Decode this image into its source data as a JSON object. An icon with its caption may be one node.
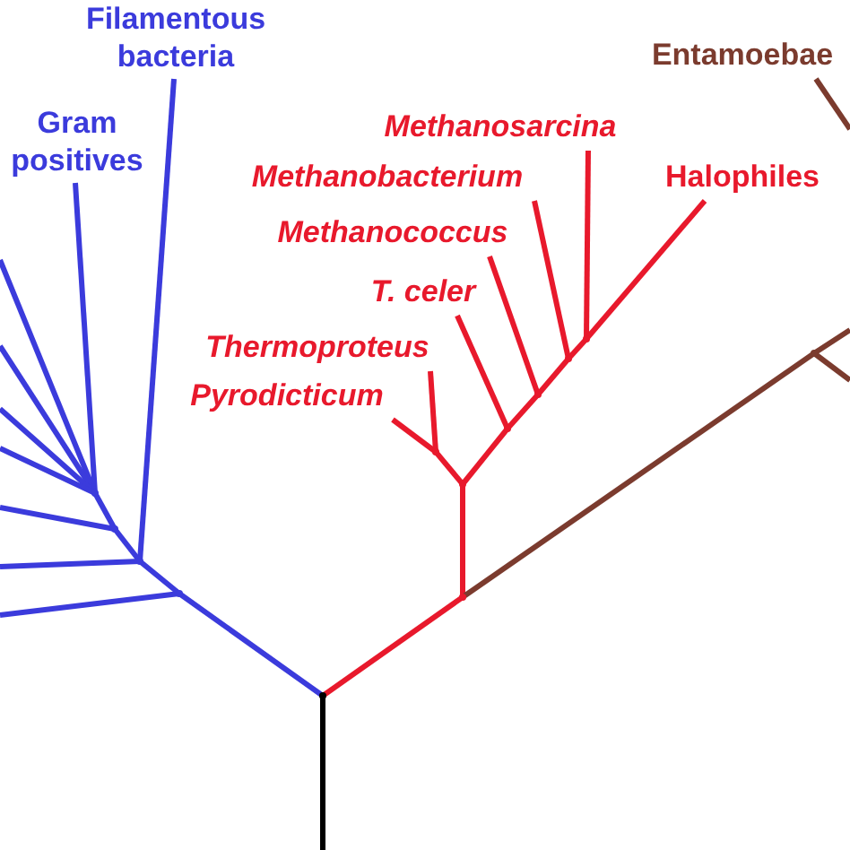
{
  "diagram": {
    "nodes": [
      {
        "text": [
          "Filamentous bacteria"
        ]
      },
      {
        "text": [
          "Gram positives"
        ]
      },
      {
        "text": [
          "Methanosarcina"
        ]
      },
      {
        "text": [
          "Methanobacterium"
        ]
      },
      {
        "text": [
          "Methanococcus"
        ]
      },
      {
        "text": [
          "T. celer"
        ]
      },
      {
        "text": [
          "Thermoproteus"
        ]
      },
      {
        "text": [
          "Pyrodicticum"
        ]
      },
      {
        "text": [
          "Halophiles"
        ]
      },
      {
        "text": [
          "Entamoebae"
        ]
      },
      {
        "text": [],
        "shape": "point"
      },
      {
        "text": [],
        "shape": "point"
      },
      {
        "text": [],
        "shape": "point"
      },
      {
        "text": [],
        "shape": "point"
      },
      {
        "text": [],
        "shape": "point"
      },
      {
        "text": [],
        "shape": "point"
      },
      {
        "text": [],
        "shape": "point"
      },
      {
        "text": [],
        "shape": "point"
      },
      {
        "text": [],
        "shape": "point"
      },
      {
        "text": [],
        "shape": "point"
      },
      {
        "text": [],
        "shape": "point"
      },
      {
        "text": [],
        "shape": "point"
      },
      {
        "text": [],
        "shape": "point"
      }
    ],
    "edges": [
      {
        "from": 10,
        "to": null,
        "arrow": "none",
        "color": "#000000"
      },
      {
        "from": 10,
        "to": 11,
        "arrow": "none",
        "color": "#3b3bdc"
      },
      {
        "from": 11,
        "to": null,
        "arrow": "none",
        "color": "#3b3bdc"
      },
      {
        "from": 11,
        "to": 12,
        "arrow": "none",
        "color": "#3b3bdc"
      },
      {
        "from": 12,
        "to": null,
        "arrow": "none",
        "color": "#3b3bdc"
      },
      {
        "from": 12,
        "to": 0,
        "arrow": "none",
        "color": "#3b3bdc"
      },
      {
        "from": 12,
        "to": 13,
        "arrow": "none",
        "color": "#3b3bdc"
      },
      {
        "from": 13,
        "to": null,
        "arrow": "none",
        "color": "#3b3bdc"
      },
      {
        "from": 13,
        "to": 14,
        "arrow": "none",
        "color": "#3b3bdc"
      },
      {
        "from": 14,
        "to": 1,
        "arrow": "none",
        "color": "#3b3bdc"
      },
      {
        "from": 14,
        "to": null,
        "arrow": "none",
        "color": "#3b3bdc"
      },
      {
        "from": 14,
        "to": null,
        "arrow": "none",
        "color": "#3b3bdc"
      },
      {
        "from": 14,
        "to": null,
        "arrow": "none",
        "color": "#3b3bdc"
      },
      {
        "from": 14,
        "to": null,
        "arrow": "none",
        "color": "#3b3bdc"
      },
      {
        "from": 10,
        "to": 15,
        "arrow": "none",
        "color": "#e8192c"
      },
      {
        "from": 15,
        "to": 16,
        "arrow": "none",
        "color": "#e8192c"
      },
      {
        "from": 16,
        "to": 17,
        "arrow": "none",
        "color": "#e8192c"
      },
      {
        "from": 17,
        "to": 7,
        "arrow": "none",
        "color": "#e8192c"
      },
      {
        "from": 17,
        "to": 6,
        "arrow": "none",
        "color": "#e8192c"
      },
      {
        "from": 16,
        "to": 18,
        "arrow": "none",
        "color": "#e8192c"
      },
      {
        "from": 18,
        "to": 5,
        "arrow": "none",
        "color": "#e8192c"
      },
      {
        "from": 18,
        "to": 19,
        "arrow": "none",
        "color": "#e8192c"
      },
      {
        "from": 19,
        "to": 4,
        "arrow": "none",
        "color": "#e8192c"
      },
      {
        "from": 19,
        "to": 20,
        "arrow": "none",
        "color": "#e8192c"
      },
      {
        "from": 20,
        "to": 3,
        "arrow": "none",
        "color": "#e8192c"
      },
      {
        "from": 20,
        "to": 21,
        "arrow": "none",
        "color": "#e8192c"
      },
      {
        "from": 21,
        "to": 2,
        "arrow": "none",
        "color": "#e8192c"
      },
      {
        "from": 21,
        "to": 8,
        "arrow": "none",
        "color": "#e8192c"
      },
      {
        "from": 15,
        "to": 22,
        "arrow": "none",
        "color": "#7b3b2e"
      },
      {
        "from": 22,
        "to": null,
        "arrow": "none",
        "color": "#7b3b2e"
      },
      {
        "from": 22,
        "to": null,
        "arrow": "none",
        "color": "#7b3b2e"
      },
      {
        "from": 9,
        "to": null,
        "arrow": "none",
        "color": "#7b3b2e"
      }
    ]
  }
}
